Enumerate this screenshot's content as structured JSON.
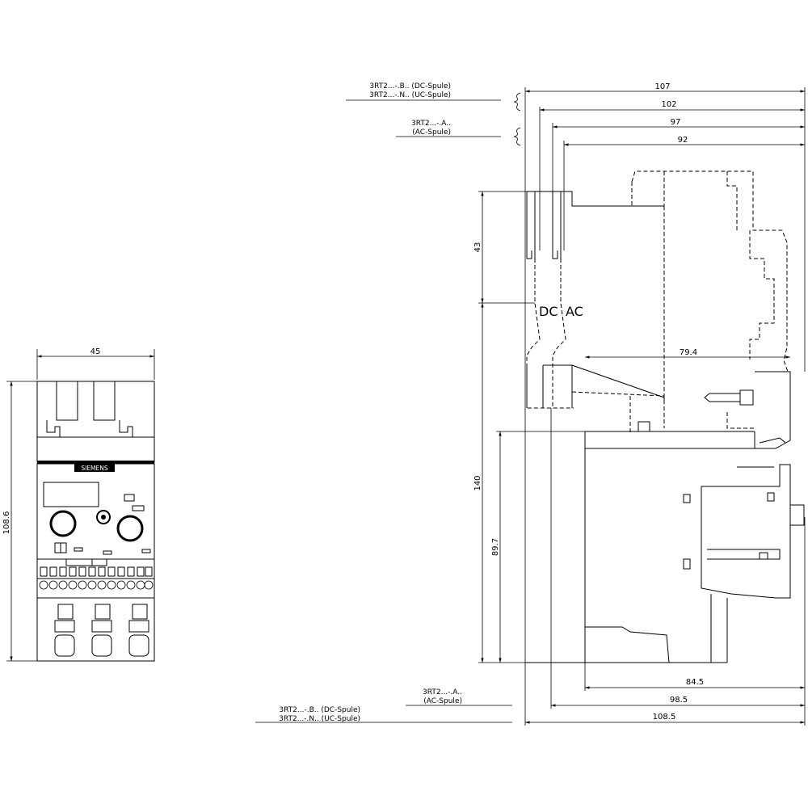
{
  "front_view": {
    "width_label": "45",
    "height_label": "108.6",
    "brand_label": "SIEMENS"
  },
  "side_view": {
    "top_dims": [
      "107",
      "102",
      "97",
      "92"
    ],
    "notes": {
      "dc_uc_line1": "3RT2...-.B.. (DC-Spule)",
      "dc_uc_line2": "3RT2...-.N.. (UC-Spule)",
      "ac_line1": "3RT2...-.A..",
      "ac_line2": "(AC-Spule)"
    },
    "left_dims": [
      "43",
      "140",
      "89.7"
    ],
    "inner_dim": "79.4",
    "dc_label": "DC",
    "ac_label": "AC",
    "bottom_dims": [
      "84.5",
      "98.5",
      "108.5"
    ],
    "bottom_notes": {
      "ac_line1": "3RT2...-.A..",
      "ac_line2": "(AC-Spule)",
      "dc_line": "3RT2...-.B.. (DC-Spule)",
      "uc_line": "3RT2...-.N.. (UC-Spule)"
    }
  }
}
